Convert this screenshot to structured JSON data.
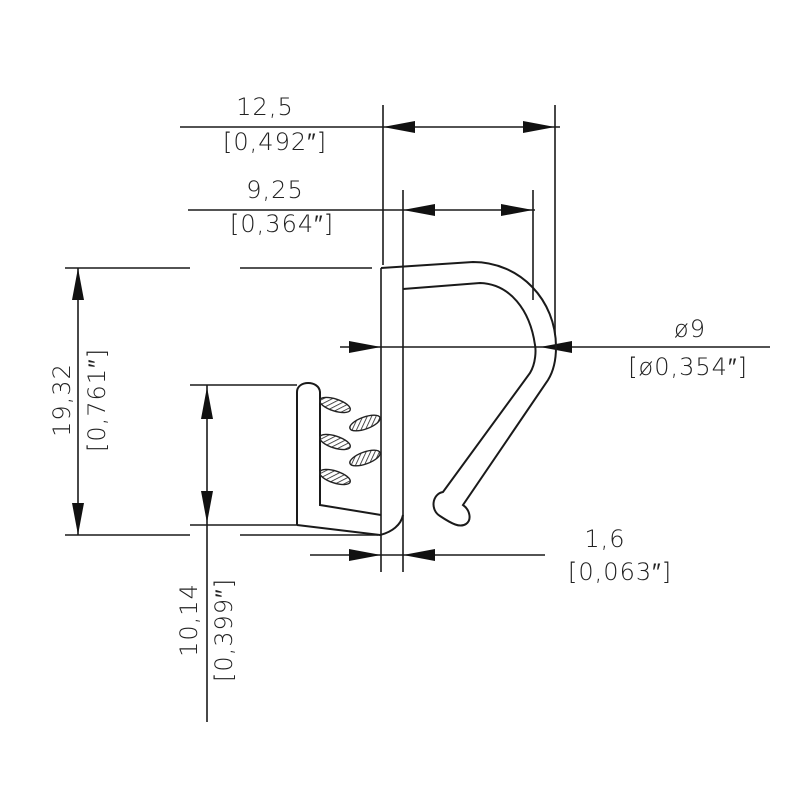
{
  "dimensions": {
    "overall_width": {
      "mm": "12,5",
      "inch": "[0,492″]"
    },
    "inner_width": {
      "mm": "9,25",
      "inch": "[0,364″]"
    },
    "overall_height": {
      "mm": "19,32",
      "inch": "[0,761″]"
    },
    "bulb_diameter": {
      "mm": "ø9",
      "inch": "[ø0,354″]"
    },
    "grip_height": {
      "mm": "10,14",
      "inch": "[0,399″]"
    },
    "wall_thickness": {
      "mm": "1,6",
      "inch": "[0,063″]"
    }
  }
}
